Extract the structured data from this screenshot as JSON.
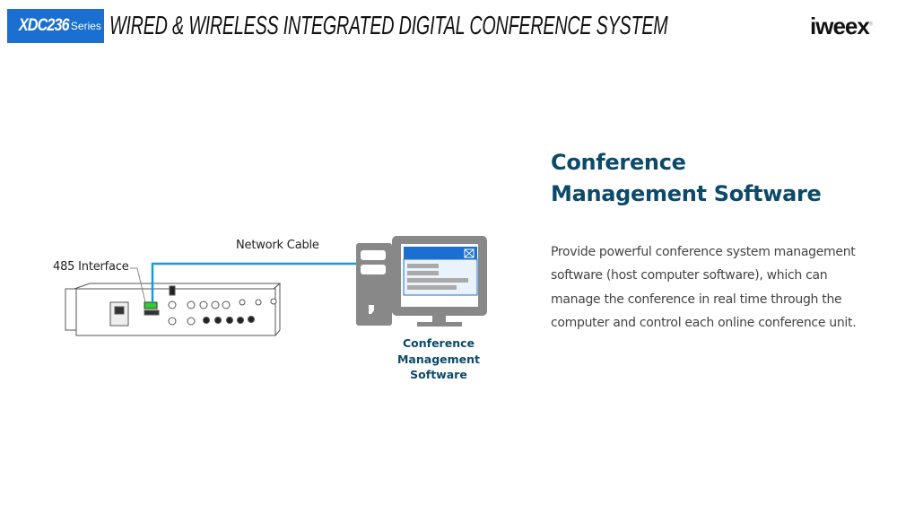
{
  "header": {
    "model": "XDC236",
    "series": "Series",
    "title": "WIRED & WIRELESS INTEGRATED DIGITAL CONFERENCE SYSTEM",
    "logo": "iweex"
  },
  "diagram": {
    "interface_label": "485 Interface",
    "cable_label": "Network Cable",
    "computer_caption": [
      "Conference",
      "Management",
      "Software"
    ],
    "cable_color": "#1a9ad6"
  },
  "content": {
    "heading_line1": "Conference",
    "heading_line2": "Management Software",
    "description": "Provide powerful conference system management software (host computer software), which can manage the conference in real time through the computer and control each online conference unit."
  }
}
